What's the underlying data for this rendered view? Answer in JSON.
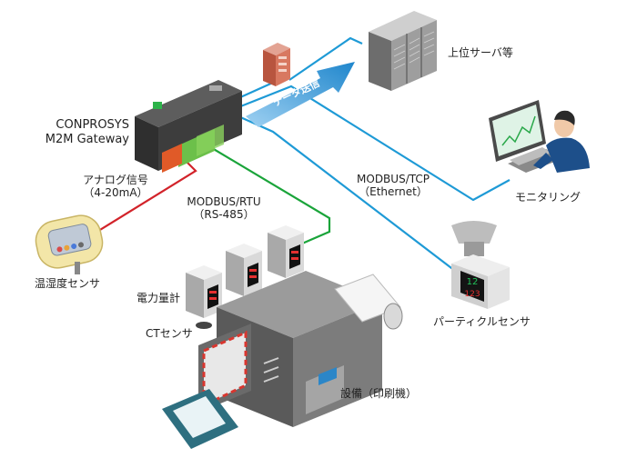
{
  "labels": {
    "gateway_line1": "CONPROSYS",
    "gateway_line2": "M2M Gateway",
    "upper_server": "上位サーバ等",
    "data_transmit": "データ送信",
    "monitoring": "モニタリング",
    "modbus_tcp_line1": "MODBUS/TCP",
    "modbus_tcp_line2": "（Ethernet）",
    "analog_line1": "アナログ信号",
    "analog_line2": "（4-20mA）",
    "modbus_rtu_line1": "MODBUS/RTU",
    "modbus_rtu_line2": "（RS-485）",
    "temp_humidity_sensor": "温湿度センサ",
    "power_meter": "電力量計",
    "ct_sensor": "CTセンサ",
    "particle_sensor": "パーティクルセンサ",
    "equipment": "設備（印刷機）"
  },
  "particle_display": {
    "top": "12",
    "bottom": "123"
  },
  "colors": {
    "ethernet_line": "#1e9ad6",
    "analog_line": "#d2232a",
    "rs485_line": "#1aa43a",
    "arrow": "#2a8fd0"
  }
}
